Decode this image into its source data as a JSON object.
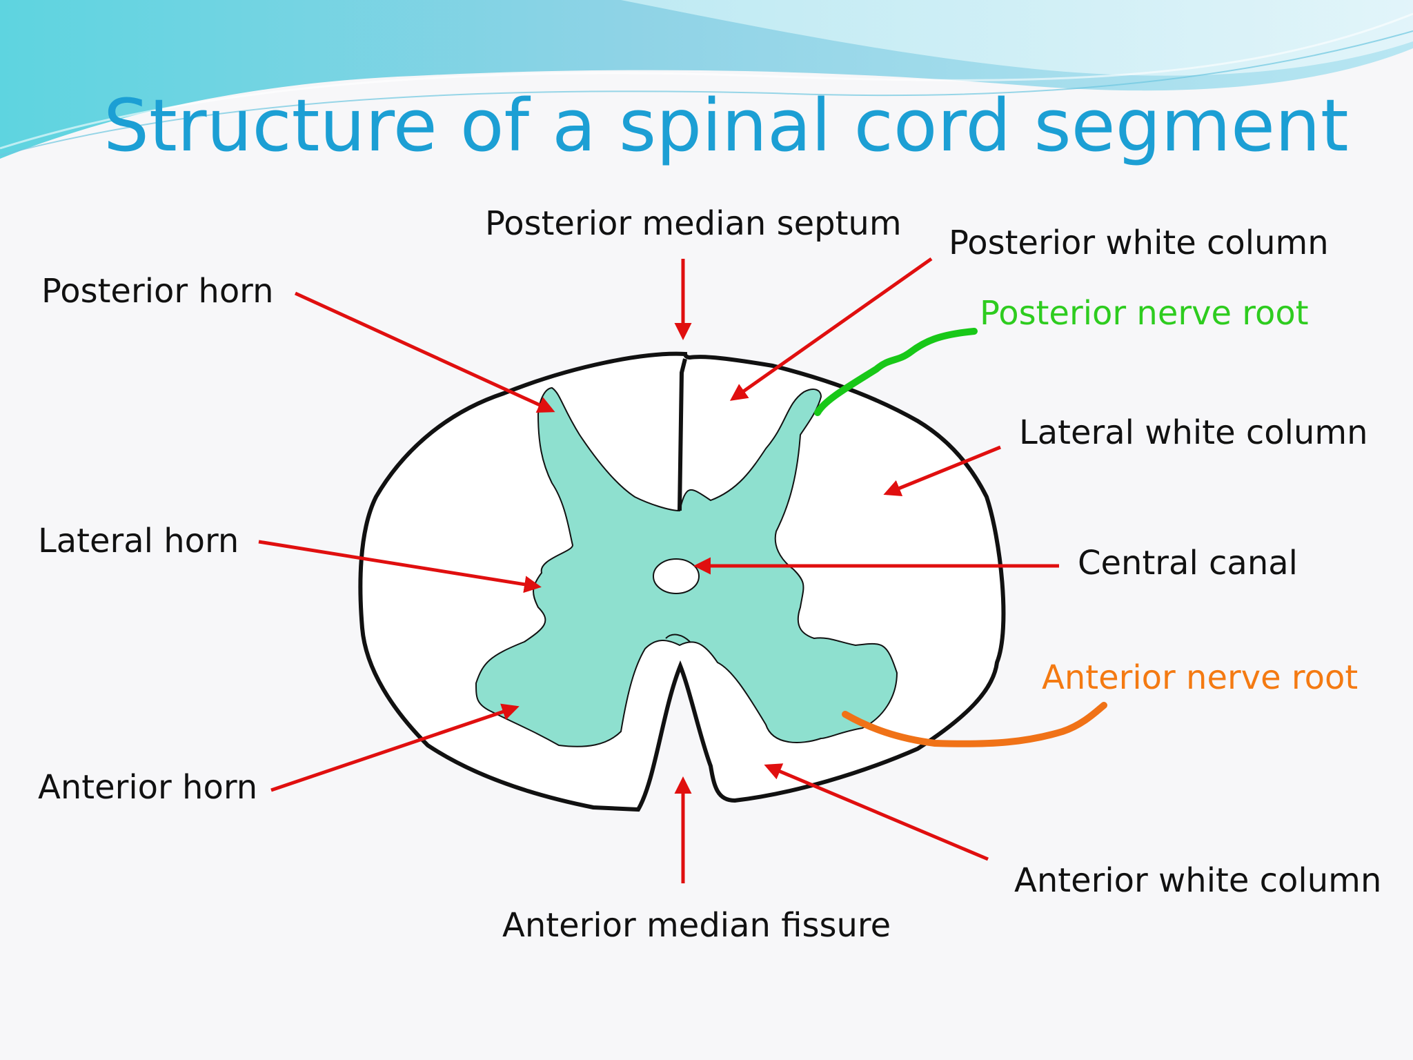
{
  "title": "Structure of a spinal cord segment",
  "colors": {
    "title": "#1c9fd4",
    "grey_matter": "#8ee0cf",
    "arrow": "#e00f0f",
    "posterior_nerve_root": "#18c818",
    "anterior_nerve_root": "#f07217",
    "outline": "#111111"
  },
  "labels": {
    "posterior_median_septum": "Posterior median septum",
    "posterior_white_column": "Posterior white column",
    "posterior_horn": "Posterior horn",
    "posterior_nerve_root": "Posterior nerve root",
    "lateral_white_column": "Lateral white column",
    "lateral_horn": "Lateral horn",
    "central_canal": "Central canal",
    "anterior_nerve_root": "Anterior nerve root",
    "anterior_horn": "Anterior horn",
    "anterior_white_column": "Anterior white column",
    "anterior_median_fissure": "Anterior median fissure"
  }
}
